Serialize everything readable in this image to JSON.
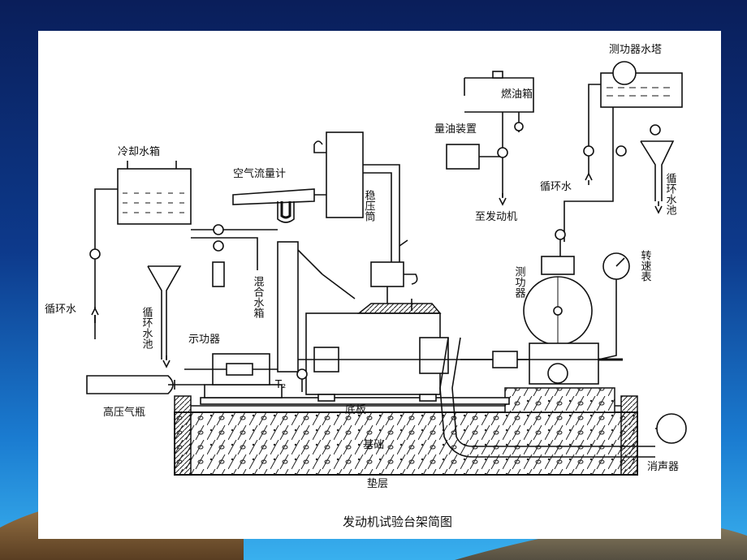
{
  "diagram": {
    "title": "发动机试验台架简图",
    "labels": {
      "cooling_tank": "冷却水箱",
      "air_flow_meter": "空气流量计",
      "surge_tank": "稳压筒",
      "fuel_tank": "燃油箱",
      "fuel_meter": "量油装置",
      "to_engine": "至发动机",
      "dyno_tower": "测功器水塔",
      "circ_water_right": "循环水",
      "circ_pool_right": "循环水池",
      "circ_water_left": "循环水",
      "circ_pool_left": "循环水池",
      "mixing_tank": "混合水箱",
      "indicator": "示功器",
      "dynamometer": "测功器",
      "tachometer": "转速表",
      "gas_cylinder": "高压气瓶",
      "base_plate": "底板",
      "foundation": "基础",
      "cushion": "垫层",
      "muffler": "消声器",
      "t2": "T₂"
    }
  },
  "colors": {
    "background_top": "#0a1e5a",
    "background_bottom": "#39b0ee",
    "panel": "#ffffff",
    "ink": "#111111",
    "hill": "#7a5a35"
  }
}
